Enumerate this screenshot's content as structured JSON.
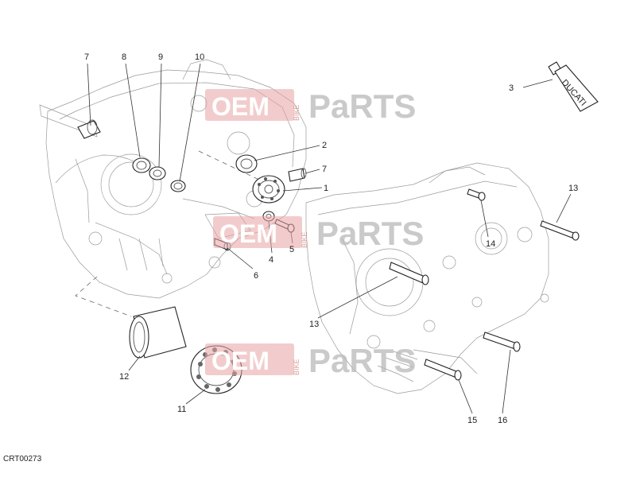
{
  "diagram": {
    "reference_code": "CRT00273",
    "tube_brand": "DUCATI",
    "watermark": {
      "left": "OEM",
      "side": "BIKE",
      "right": "PaRTS"
    },
    "callouts": [
      {
        "id": "c1",
        "label": "1"
      },
      {
        "id": "c2",
        "label": "2"
      },
      {
        "id": "c3",
        "label": "3"
      },
      {
        "id": "c4",
        "label": "4"
      },
      {
        "id": "c5",
        "label": "5"
      },
      {
        "id": "c6",
        "label": "6"
      },
      {
        "id": "c7a",
        "label": "7"
      },
      {
        "id": "c7b",
        "label": "7"
      },
      {
        "id": "c8",
        "label": "8"
      },
      {
        "id": "c9",
        "label": "9"
      },
      {
        "id": "c10",
        "label": "10"
      },
      {
        "id": "c11",
        "label": "11"
      },
      {
        "id": "c12",
        "label": "12"
      },
      {
        "id": "c13a",
        "label": "13"
      },
      {
        "id": "c13b",
        "label": "13"
      },
      {
        "id": "c14",
        "label": "14"
      },
      {
        "id": "c15",
        "label": "15"
      },
      {
        "id": "c16",
        "label": "16"
      }
    ]
  }
}
